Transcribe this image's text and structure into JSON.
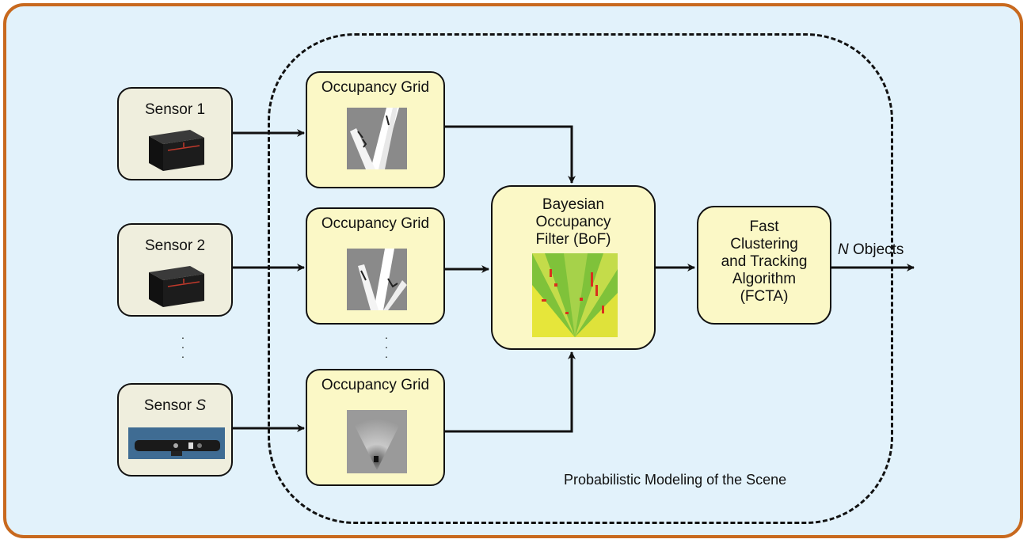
{
  "sensors": [
    {
      "label": "Sensor 1"
    },
    {
      "label": "Sensor 2"
    },
    {
      "prefix": "Sensor ",
      "suffix": "S"
    }
  ],
  "grids": [
    {
      "label": "Occupancy Grid"
    },
    {
      "label": "Occupancy Grid"
    },
    {
      "label": "Occupancy Grid"
    }
  ],
  "bof": {
    "line1": "Bayesian",
    "line2": "Occupancy",
    "line3": "Filter (BoF)"
  },
  "fcta": {
    "line1": "Fast",
    "line2": "Clustering",
    "line3": "and Tracking",
    "line4": "Algorithm",
    "line5": "(FCTA)"
  },
  "output": {
    "prefix": "N",
    "suffix": " Objects"
  },
  "region_label": "Probabilistic Modeling of the Scene",
  "colors": {
    "frame_border": "#c8691e",
    "background": "#e2f2fb",
    "module_fill": "#fbf8c6",
    "sensor_fill": "#efeedd"
  },
  "icons": [
    "lidar-sensor-icon",
    "lidar-sensor-icon",
    "stereo-camera-icon"
  ]
}
